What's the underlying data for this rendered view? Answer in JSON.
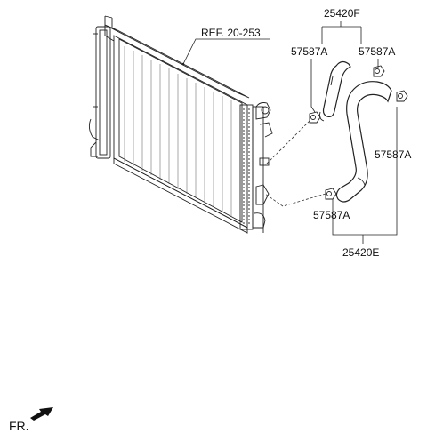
{
  "labels": {
    "ref": "REF. 20-253",
    "upper_hose_part": "25420F",
    "lower_hose_part": "25420E",
    "clamp_upper_left": "57587A",
    "clamp_upper_right": "57587A",
    "clamp_lower_right": "57587A",
    "clamp_lower_left": "57587A",
    "front_indicator": "FR."
  }
}
